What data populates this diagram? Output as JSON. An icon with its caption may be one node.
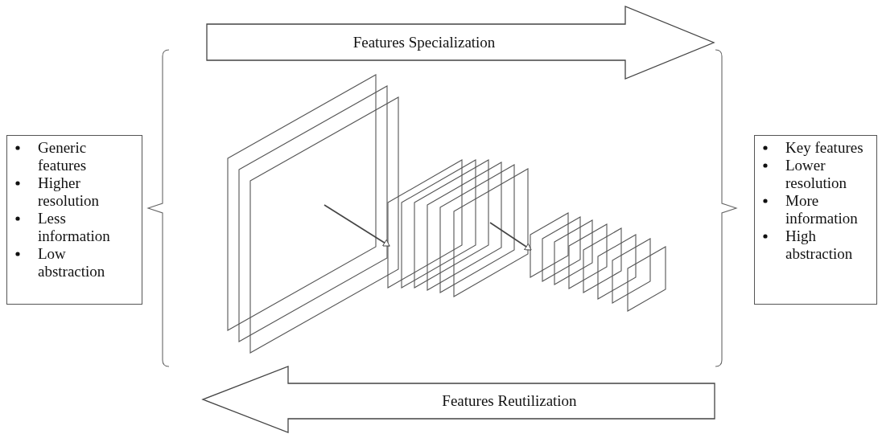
{
  "diagram": {
    "nodes": [
      {
        "text": [
          "Features Specialization"
        ]
      },
      {
        "text": [
          "Generic features",
          "Higher resolution",
          "Less information",
          "Low abstraction"
        ]
      },
      {
        "text": [],
        "shape": "stack"
      },
      {
        "text": [],
        "shape": "stack"
      },
      {
        "text": [],
        "shape": "stack"
      },
      {
        "text": [
          "Key features",
          "Lower resolution",
          "More information",
          "High abstraction"
        ]
      },
      {
        "text": [
          "Features Reutilization"
        ]
      }
    ],
    "edges": [
      {
        "from": 2,
        "to": 3,
        "arrow": "to"
      },
      {
        "from": 3,
        "to": 4,
        "arrow": "to"
      }
    ]
  }
}
